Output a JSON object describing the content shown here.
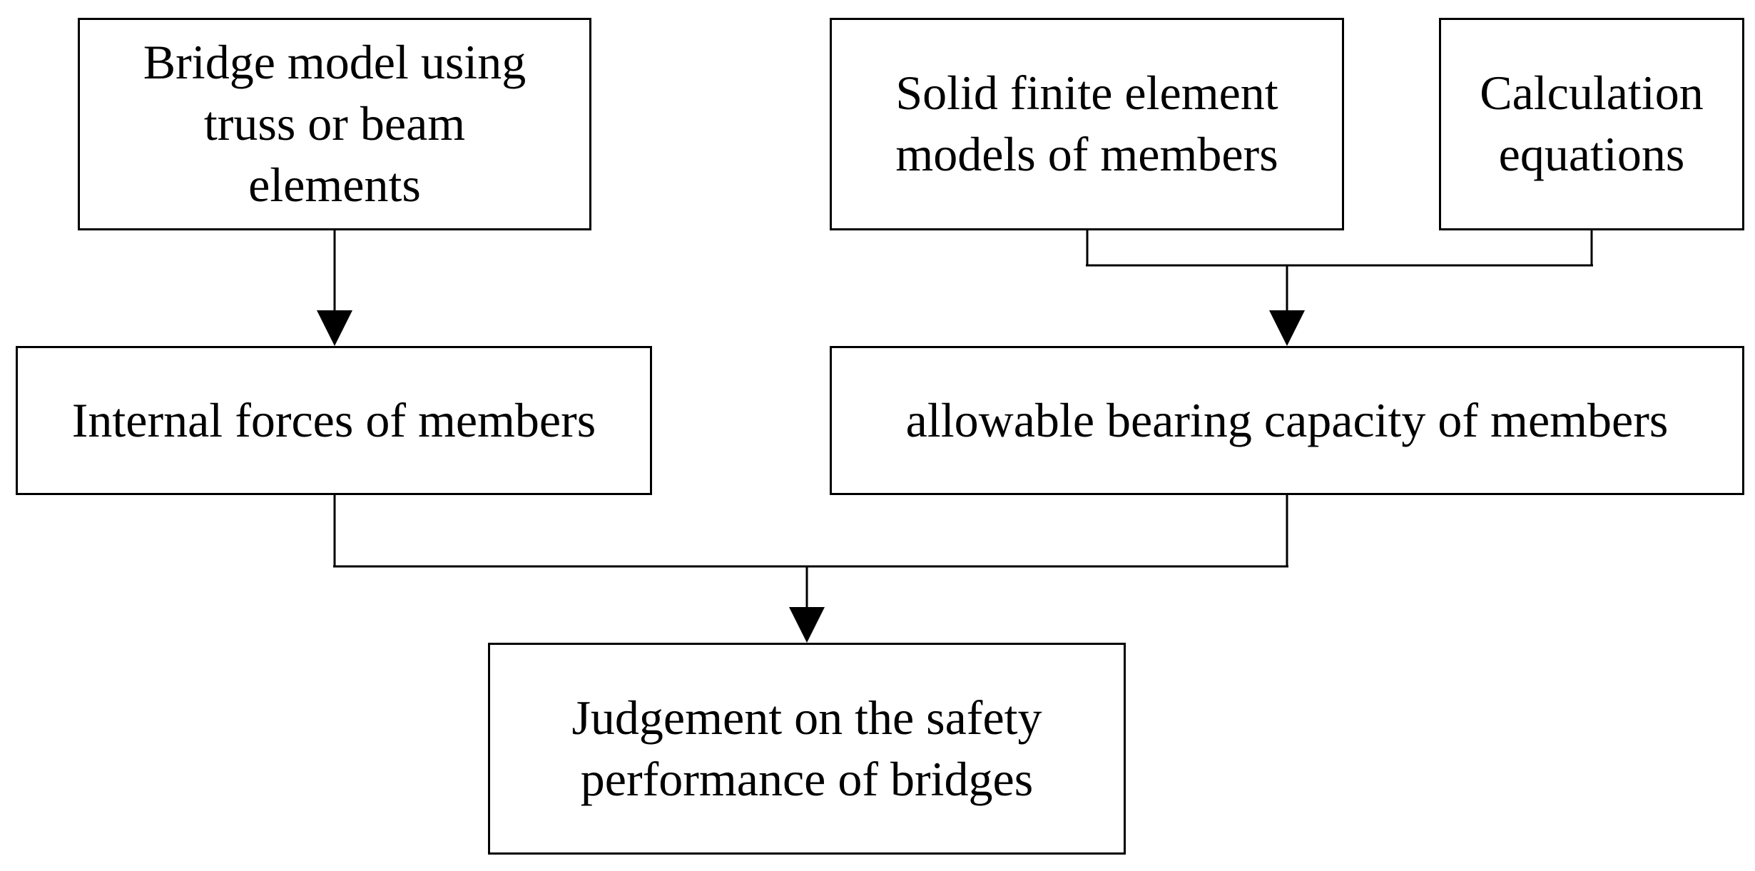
{
  "diagram": {
    "nodes": [
      {
        "id": "bridge_model",
        "label": "Bridge model using\ntruss or beam\nelements"
      },
      {
        "id": "solid_fe",
        "label": "Solid finite element\nmodels of members"
      },
      {
        "id": "calc_eq",
        "label": "Calculation\nequations"
      },
      {
        "id": "internal_forces",
        "label": "Internal forces of members"
      },
      {
        "id": "allowable",
        "label": "allowable bearing capacity of members"
      },
      {
        "id": "judgement",
        "label": "Judgement on the safety\nperformance of  bridges"
      }
    ],
    "edges": [
      {
        "from": "bridge_model",
        "to": "internal_forces"
      },
      {
        "from": "solid_fe",
        "to": "allowable"
      },
      {
        "from": "calc_eq",
        "to": "allowable"
      },
      {
        "from": "internal_forces",
        "to": "judgement"
      },
      {
        "from": "allowable",
        "to": "judgement"
      }
    ],
    "colors": {
      "stroke": "#000000",
      "background": "#ffffff"
    }
  }
}
